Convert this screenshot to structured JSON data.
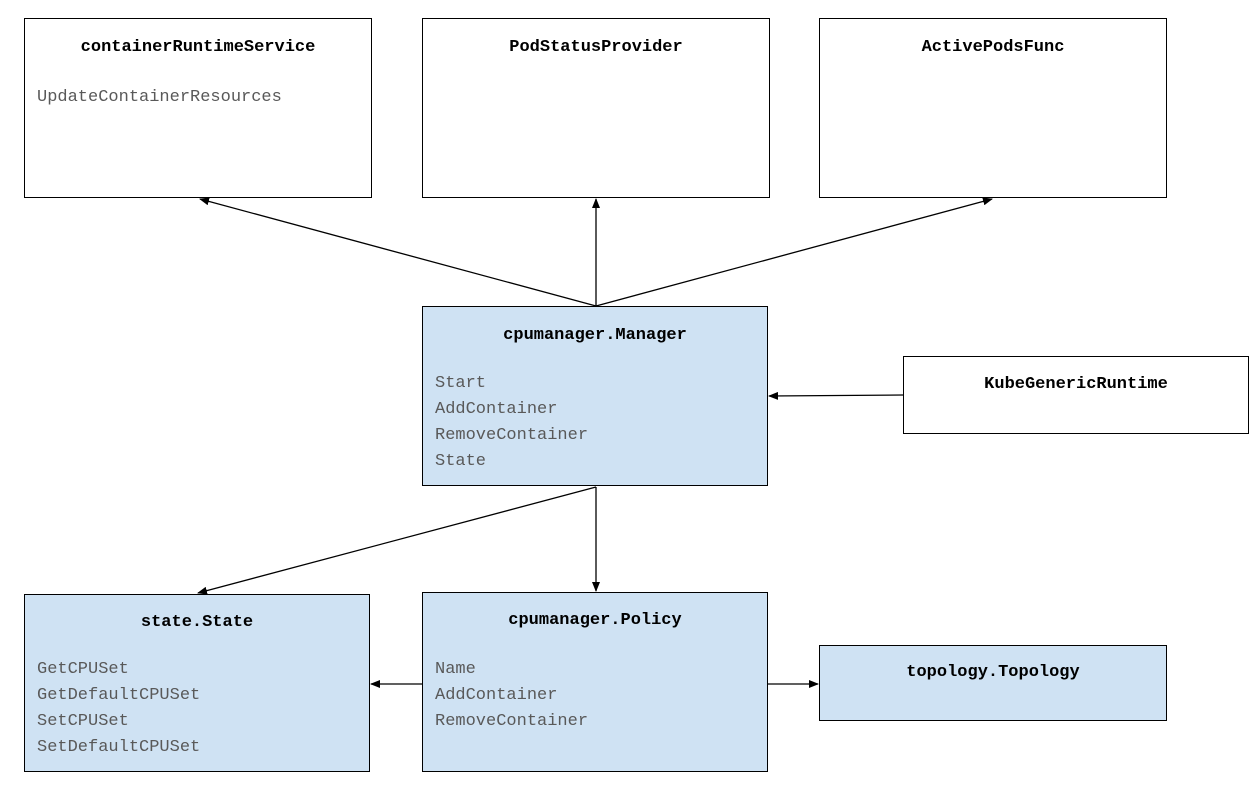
{
  "nodes": {
    "container_runtime_service": {
      "title": "containerRuntimeService",
      "methods": [
        "UpdateContainerResources"
      ]
    },
    "pod_status_provider": {
      "title": "PodStatusProvider",
      "methods": []
    },
    "active_pods_func": {
      "title": "ActivePodsFunc",
      "methods": []
    },
    "cpumanager_manager": {
      "title": "cpumanager.Manager",
      "methods": [
        "Start",
        "AddContainer",
        "RemoveContainer",
        "State"
      ]
    },
    "kube_generic_runtime": {
      "title": "KubeGenericRuntime",
      "methods": []
    },
    "state_state": {
      "title": "state.State",
      "methods": [
        "GetCPUSet",
        "GetDefaultCPUSet",
        "SetCPUSet",
        "SetDefaultCPUSet"
      ]
    },
    "cpumanager_policy": {
      "title": "cpumanager.Policy",
      "methods": [
        "Name",
        "AddContainer",
        "RemoveContainer"
      ]
    },
    "topology_topology": {
      "title": "topology.Topology",
      "methods": []
    }
  },
  "edges": [
    {
      "from": "cpumanager_manager",
      "to": "container_runtime_service"
    },
    {
      "from": "cpumanager_manager",
      "to": "pod_status_provider"
    },
    {
      "from": "cpumanager_manager",
      "to": "active_pods_func"
    },
    {
      "from": "kube_generic_runtime",
      "to": "cpumanager_manager"
    },
    {
      "from": "cpumanager_manager",
      "to": "state_state"
    },
    {
      "from": "cpumanager_manager",
      "to": "cpumanager_policy"
    },
    {
      "from": "cpumanager_policy",
      "to": "state_state"
    },
    {
      "from": "cpumanager_policy",
      "to": "topology_topology"
    }
  ],
  "colors": {
    "highlight_fill": "#cfe2f3",
    "plain_fill": "#ffffff",
    "border": "#000000",
    "method_text": "#595959"
  }
}
